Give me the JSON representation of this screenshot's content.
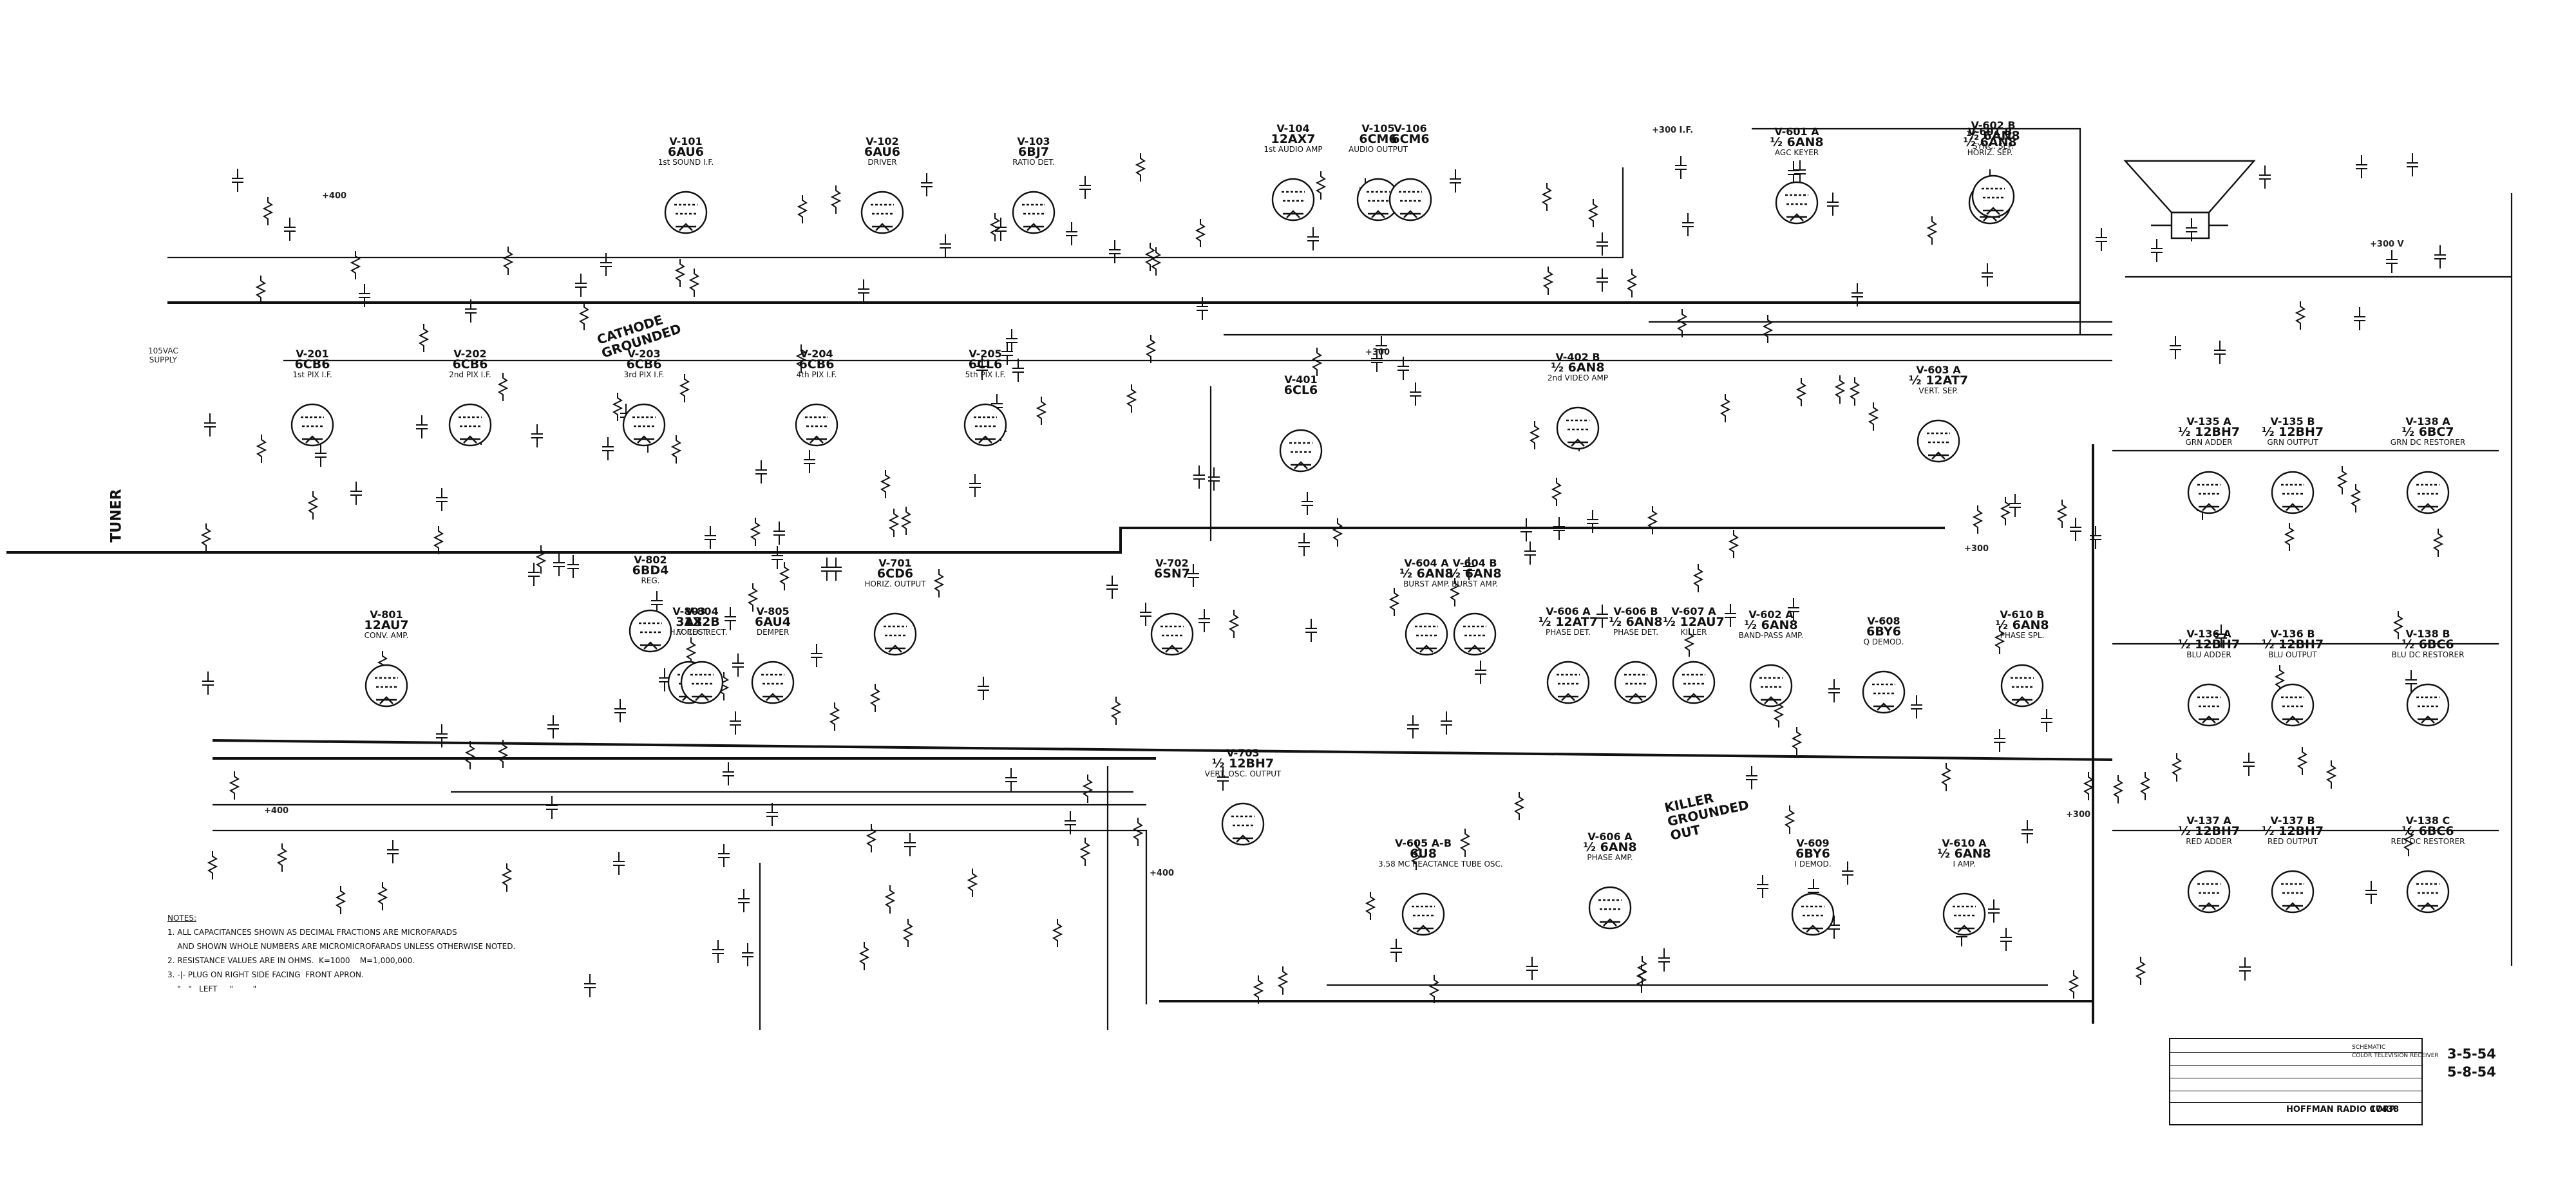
{
  "tubes": [
    {
      "designator": "V-101",
      "type": "6AU6",
      "function": "1st SOUND I.F."
    },
    {
      "designator": "V-102",
      "type": "6AU6",
      "function": "DRIVER"
    },
    {
      "designator": "V-103",
      "type": "6BJ7",
      "function": "RATIO DET."
    },
    {
      "designator": "V-104",
      "type": "12AX7",
      "function": "1st AUDIO AMP"
    },
    {
      "designator": "V-105",
      "type": "6CM6",
      "function": "AUDIO OUTPUT"
    },
    {
      "designator": "V-106",
      "type": "6CM6",
      "function": ""
    },
    {
      "designator": "V-201",
      "type": "6CB6",
      "function": "1st PIX I.F."
    },
    {
      "designator": "V-202",
      "type": "6CB6",
      "function": "2nd PIX I.F."
    },
    {
      "designator": "V-203",
      "type": "6CB6",
      "function": "3rd PIX I.F."
    },
    {
      "designator": "V-204",
      "type": "6CB6",
      "function": "4th PIX I.F."
    },
    {
      "designator": "V-205",
      "type": "6CL6",
      "function": "5th PIX I.F."
    },
    {
      "designator": "V-401",
      "type": "6CL6",
      "function": ""
    },
    {
      "designator": "V-402 B",
      "type": "½ 6AN8",
      "function": "2nd VIDEO AMP"
    },
    {
      "designator": "V-601 A",
      "type": "½ 6AN8",
      "function": "AGC KEYER"
    },
    {
      "designator": "V-601 B",
      "type": "½ 6AN8",
      "function": "HORIZ. SEP."
    },
    {
      "designator": "V-602 B",
      "type": "½ 6AN8",
      "function": "SYNC. SEP."
    },
    {
      "designator": "V-603 A",
      "type": "½ 12AT7",
      "function": "VERT. SEP."
    },
    {
      "designator": "V-801",
      "type": "12AU7",
      "function": "CONV. AMP."
    },
    {
      "designator": "V-802",
      "type": "6BD4",
      "function": "REG."
    },
    {
      "designator": "V-803",
      "type": "3A3",
      "function": "H.V. RECT."
    },
    {
      "designator": "V-804",
      "type": "1X2B",
      "function": "FOCUS RECT."
    },
    {
      "designator": "V-805",
      "type": "6AU4",
      "function": "DEMPER"
    },
    {
      "designator": "V-701",
      "type": "6CD6",
      "function": "HORIZ. OUTPUT"
    },
    {
      "designator": "V-702",
      "type": "6SN7",
      "function": ""
    },
    {
      "designator": "V-604 A",
      "type": "½ 6AN8",
      "function": "BURST AMP."
    },
    {
      "designator": "V-604 B",
      "type": "½ 6AN8",
      "function": "BURST AMP."
    },
    {
      "designator": "V-606 A",
      "type": "½ 12AT7",
      "function": "PHASE DET."
    },
    {
      "designator": "V-606 B",
      "type": "½ 6AN8",
      "function": "PHASE DET."
    },
    {
      "designator": "V-607 A",
      "type": "½ 12AU7",
      "function": "KILLER"
    },
    {
      "designator": "V-602 A",
      "type": "½ 6AN8",
      "function": "BAND-PASS AMP."
    },
    {
      "designator": "V-608",
      "type": "6BY6",
      "function": "Q DEMOD."
    },
    {
      "designator": "V-610 B",
      "type": "½ 6AN8",
      "function": "PHASE SPL."
    },
    {
      "designator": "V-703",
      "type": "½ 12BH7",
      "function": "VERT. OSC. OUTPUT"
    },
    {
      "designator": "V-605 A-B",
      "type": "6U8",
      "function": "3.58 MC REACTANCE TUBE OSC."
    },
    {
      "designator": "V-606 A",
      "type": "½ 6AN8",
      "function": "PHASE AMP."
    },
    {
      "designator": "V-609",
      "type": "6BY6",
      "function": "I DEMOD."
    },
    {
      "designator": "V-610 A",
      "type": "½ 6AN8",
      "function": "I AMP."
    },
    {
      "designator": "V-135 A",
      "type": "½ 12BH7",
      "function": "GRN ADDER"
    },
    {
      "designator": "V-135 B",
      "type": "½ 12BH7",
      "function": "GRN OUTPUT"
    },
    {
      "designator": "V-138 A",
      "type": "½ 6BC7",
      "function": "GRN DC RESTORER"
    },
    {
      "designator": "V-136 A",
      "type": "½ 12BH7",
      "function": "BLU ADDER"
    },
    {
      "designator": "V-136 B",
      "type": "½ 12BH7",
      "function": "BLU OUTPUT"
    },
    {
      "designator": "V-138 B",
      "type": "½ 6BC6",
      "function": "BLU DC RESTORER"
    },
    {
      "designator": "V-137 A",
      "type": "½ 12BH7",
      "function": "RED ADDER"
    },
    {
      "designator": "V-137 B",
      "type": "½ 12BH7",
      "function": "RED OUTPUT"
    },
    {
      "designator": "V-138 C",
      "type": "½ 6BC6",
      "function": "RED DC RESTORER"
    }
  ],
  "annotations": {
    "cathode": "CATHODE\nGROUNDED",
    "killer": "KILLER\nGROUNDED\nOUT",
    "tuner": "TUNER",
    "supply": "105VAC\nSUPPLY"
  },
  "voltages": [
    "+400",
    "+300",
    "+300 I.F.",
    "+300 V",
    "+400",
    "+300",
    "+400",
    "+300"
  ],
  "notes": {
    "heading": "NOTES:",
    "items": [
      "1. ALL CAPACITANCES SHOWN AS DECIMAL FRACTIONS ARE MICROFARADS",
      "    AND SHOWN WHOLE NUMBERS ARE MICROMICROFARADS UNLESS OTHERWISE NOTED.",
      "2. RESISTANCE VALUES ARE IN OHMS.  K=1000    M=1,000,000.",
      "3. -|- PLUG ON RIGHT SIDE FACING  FRONT APRON.",
      "    \"   \"   LEFT     \"        \""
    ]
  },
  "title_block": {
    "title": "SCHEMATIC",
    "subtitle": "COLOR TELEVISION RECEIVER",
    "company": "HOFFMAN RADIO CORP.",
    "drawing_no": "17438"
  },
  "dates": [
    "3-5-54",
    "5-8-54"
  ]
}
